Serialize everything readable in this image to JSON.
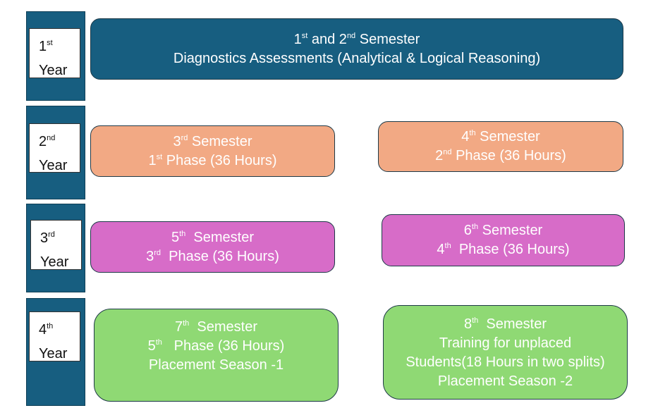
{
  "colors": {
    "year_bar": "#175e80",
    "year1": "#175e80",
    "year2": "#f2a984",
    "year3": "#d76cc8",
    "year4": "#8fd974"
  },
  "years": [
    {
      "num": "1",
      "sup": "st",
      "label": "Year"
    },
    {
      "num": "2",
      "sup": "nd",
      "label": "Year"
    },
    {
      "num": "3",
      "sup": "rd",
      "label": "Year"
    },
    {
      "num": "4",
      "sup": "th",
      "label": "Year"
    }
  ],
  "blocks": {
    "y1": {
      "a": "1",
      "a_sup": "st",
      "b": " and 2",
      "b_sup": "nd",
      "c": " Semester",
      "line2": "Diagnostics Assessments (Analytical & Logical Reasoning)"
    },
    "s3": {
      "n": "3",
      "sup": "rd",
      "t": " Semester",
      "p": "1",
      "psup": "st",
      "pt": " Phase (36 Hours)"
    },
    "s4": {
      "n": "4",
      "sup": "th",
      "t": " Semester",
      "p": "2",
      "psup": "nd",
      "pt": " Phase (36 Hours)"
    },
    "s5": {
      "n": "5",
      "sup": "th",
      "t": "  Semester",
      "p": "3",
      "psup": "rd",
      "pt": "  Phase (36 Hours)"
    },
    "s6": {
      "n": "6",
      "sup": "th",
      "t": " Semester",
      "p": "4",
      "psup": "th",
      "pt": "  Phase (36 Hours)"
    },
    "s7": {
      "n": "7",
      "sup": "th",
      "t": "  Semester",
      "p": "5",
      "psup": "th",
      "pt": "   Phase (36 Hours)",
      "l3": "Placement Season -1"
    },
    "s8": {
      "n": "8",
      "sup": "th",
      "t": "  Semester",
      "l2": "Training for unplaced",
      "l3": "Students(18 Hours in two splits)",
      "l4": "Placement Season -2"
    }
  }
}
